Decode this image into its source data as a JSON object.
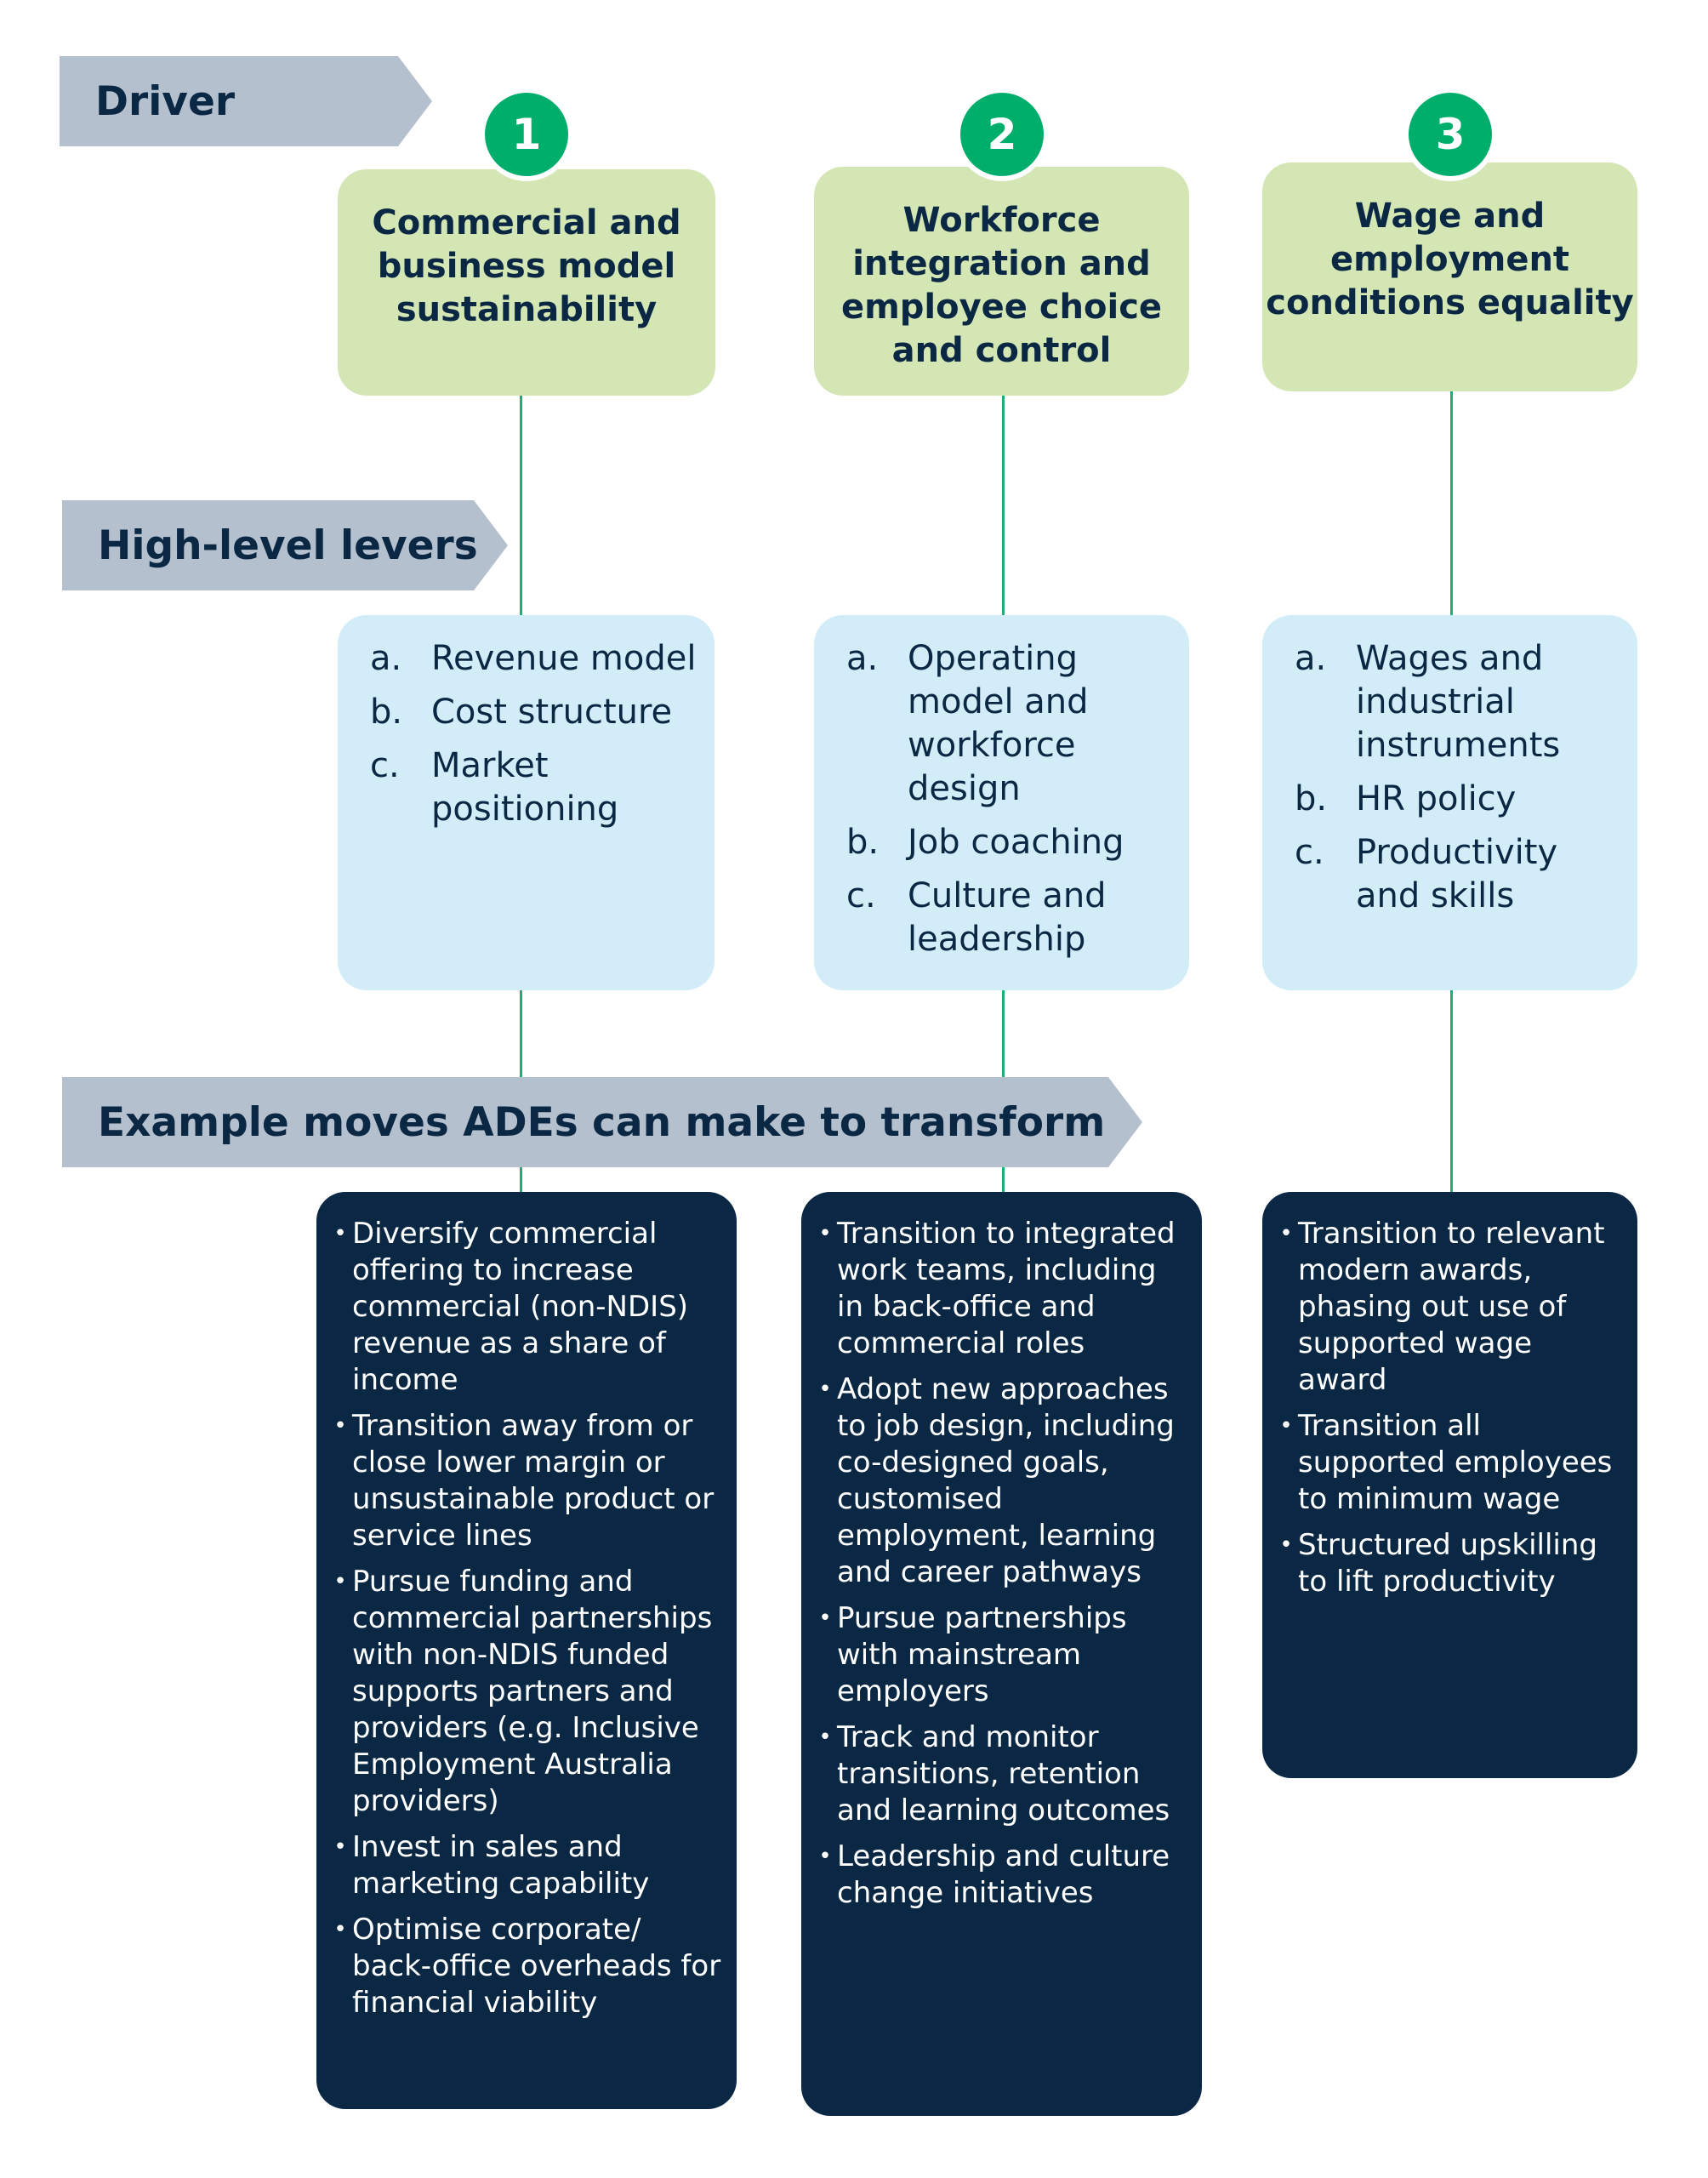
{
  "banners": {
    "driver": "Driver",
    "levers": "High-level levers",
    "moves": "Example moves ADEs can make to transform"
  },
  "columns": [
    {
      "number": "1",
      "driver": "Commercial and business model sustainability",
      "levers": [
        {
          "letter": "a.",
          "text": "Revenue model"
        },
        {
          "letter": "b.",
          "text": "Cost structure"
        },
        {
          "letter": "c.",
          "text": "Market positioning"
        }
      ],
      "moves": [
        "Diversify commercial offering to increase commercial (non-NDIS) revenue as a share of income",
        "Transition away from or close lower margin or unsustainable product or service lines",
        "Pursue funding and commercial partnerships with non-NDIS funded supports partners and providers (e.g. Inclusive Employment Australia providers)",
        "Invest in sales and marketing capability",
        "Optimise corporate/ back-office overheads for financial viability"
      ]
    },
    {
      "number": "2",
      "driver": "Workforce integration and employee choice and control",
      "levers": [
        {
          "letter": "a.",
          "text": "Operating model and workforce design"
        },
        {
          "letter": "b.",
          "text": "Job coaching"
        },
        {
          "letter": "c.",
          "text": "Culture and leadership"
        }
      ],
      "moves": [
        "Transition to integrated work teams, including in back-office and commercial roles",
        "Adopt new approaches to job design, including co-designed goals, customised employment, learning and career pathways",
        "Pursue partnerships with mainstream employers",
        "Track and monitor transitions, retention and learning outcomes",
        "Leadership and culture change initiatives"
      ]
    },
    {
      "number": "3",
      "driver": "Wage and employment conditions equality",
      "levers": [
        {
          "letter": "a.",
          "text": "Wages and industrial instruments"
        },
        {
          "letter": "b.",
          "text": "HR policy"
        },
        {
          "letter": "c.",
          "text": "Productivity and skills"
        }
      ],
      "moves": [
        "Transition to relevant modern awards, phasing out use of supported wage award",
        "Transition all supported employees to minimum wage",
        "Structured upskilling to lift productivity"
      ]
    }
  ]
}
